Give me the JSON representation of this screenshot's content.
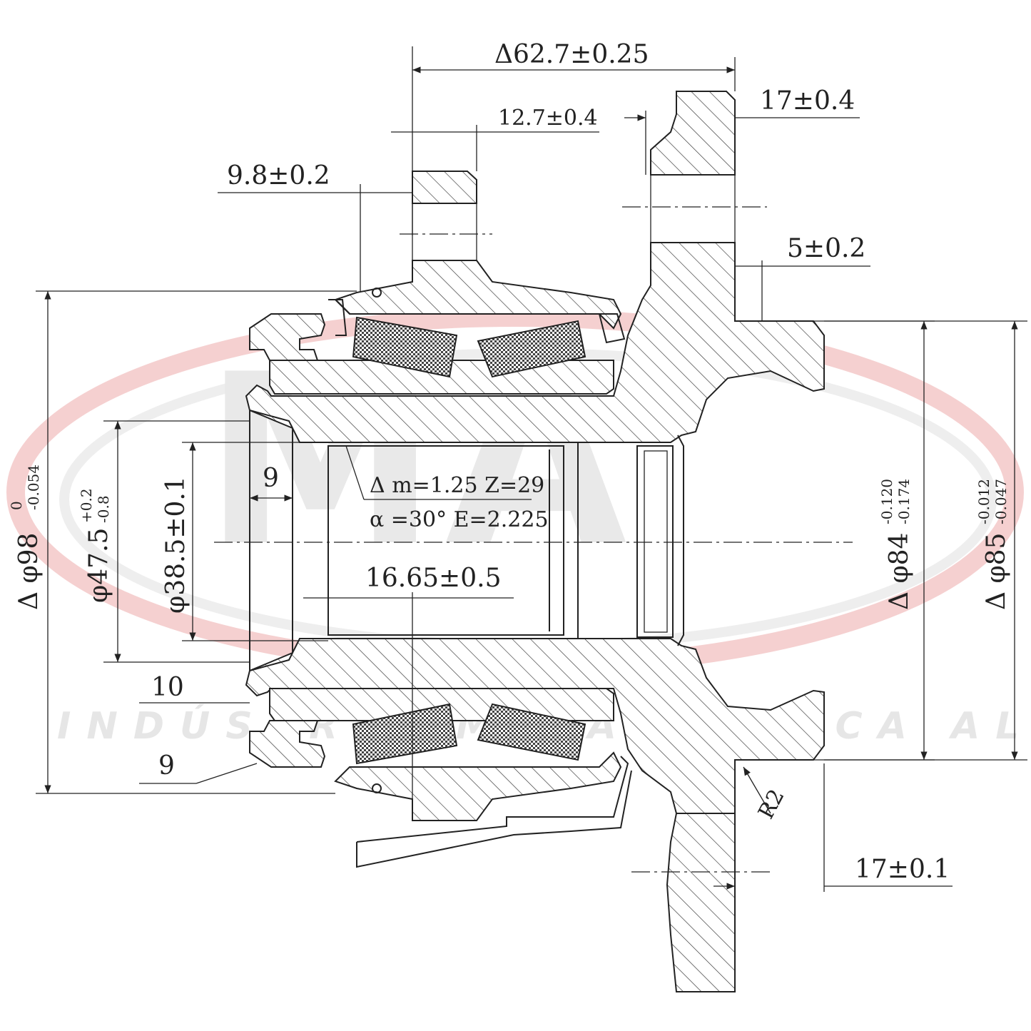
{
  "watermark": {
    "logo_text": "MA",
    "company": "INDÚSTRIA METALÚRGICA ALLI",
    "ring_color": "#f3c4c4"
  },
  "dimensions": {
    "overall_length": "Δ62.7±0.25",
    "flange_thickness": "17±0.4",
    "pilot_offset": "12.7±0.4",
    "seal_offset": "9.8±0.2",
    "step_offset": "5±0.2",
    "bore_depth": "9",
    "spline_length": "16.65±0.5",
    "radius": "R2",
    "lower_offset": "17±0.1",
    "label_10": "10",
    "label_9": "9",
    "gear_line1": "Δ m=1.25   Z=29",
    "gear_line2": "α =30°   E=2.225",
    "dia_outer": {
      "main": "Δ φ98",
      "upper": "0",
      "lower": "-0.054"
    },
    "dia_seal": {
      "main": "φ47.5",
      "upper": "+0.2",
      "lower": "-0.8"
    },
    "dia_bore": {
      "main": "φ38.5±0.1"
    },
    "dia_pilot": {
      "main": "Δ φ84",
      "upper": "-0.120",
      "lower": "-0.174"
    },
    "dia_hub": {
      "main": "Δ φ85",
      "upper": "-0.012",
      "lower": "-0.047"
    }
  }
}
